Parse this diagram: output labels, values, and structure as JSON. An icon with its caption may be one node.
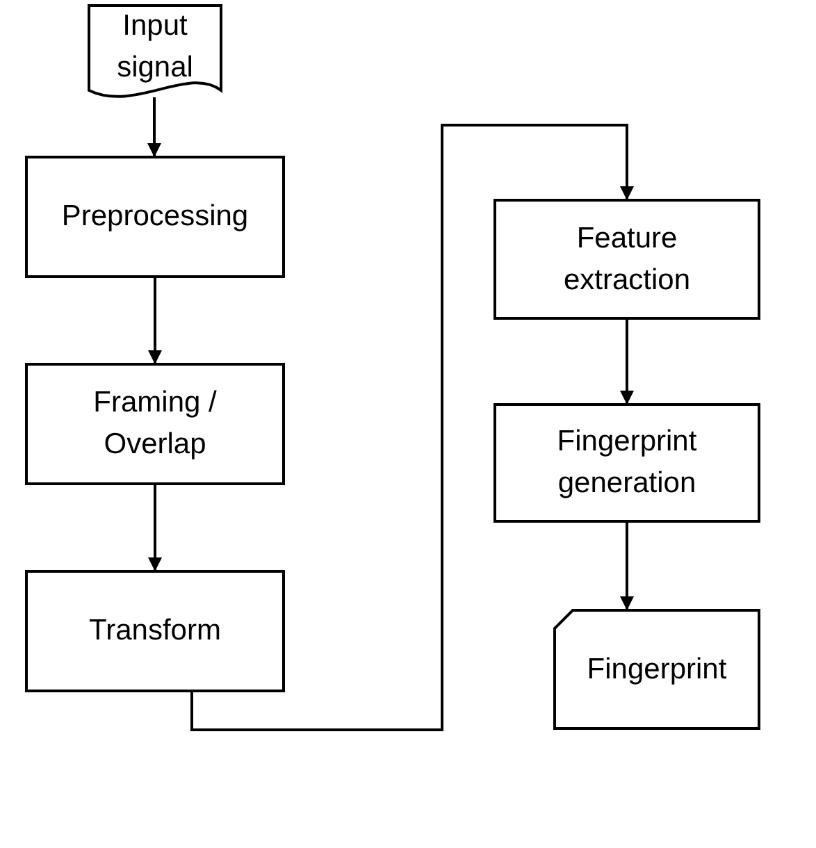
{
  "diagram": {
    "nodes": [
      {
        "text": [
          "Input signal"
        ]
      },
      {
        "text": [
          "Preprocessing"
        ]
      },
      {
        "text": [
          "Framing / Overlap"
        ]
      },
      {
        "text": [
          "Transform"
        ]
      },
      {
        "text": [
          "Feature extraction"
        ]
      },
      {
        "text": [
          "Fingerprint generation"
        ]
      },
      {
        "text": [
          "Fingerprint"
        ]
      }
    ],
    "edges": [
      {
        "from": 0,
        "to": 1,
        "arrow": "to"
      },
      {
        "from": 1,
        "to": 2,
        "arrow": "to"
      },
      {
        "from": 2,
        "to": 3,
        "arrow": "to"
      },
      {
        "from": 3,
        "to": 4,
        "arrow": "to"
      },
      {
        "from": 4,
        "to": 5,
        "arrow": "to"
      },
      {
        "from": 5,
        "to": 6,
        "arrow": "to"
      }
    ]
  }
}
